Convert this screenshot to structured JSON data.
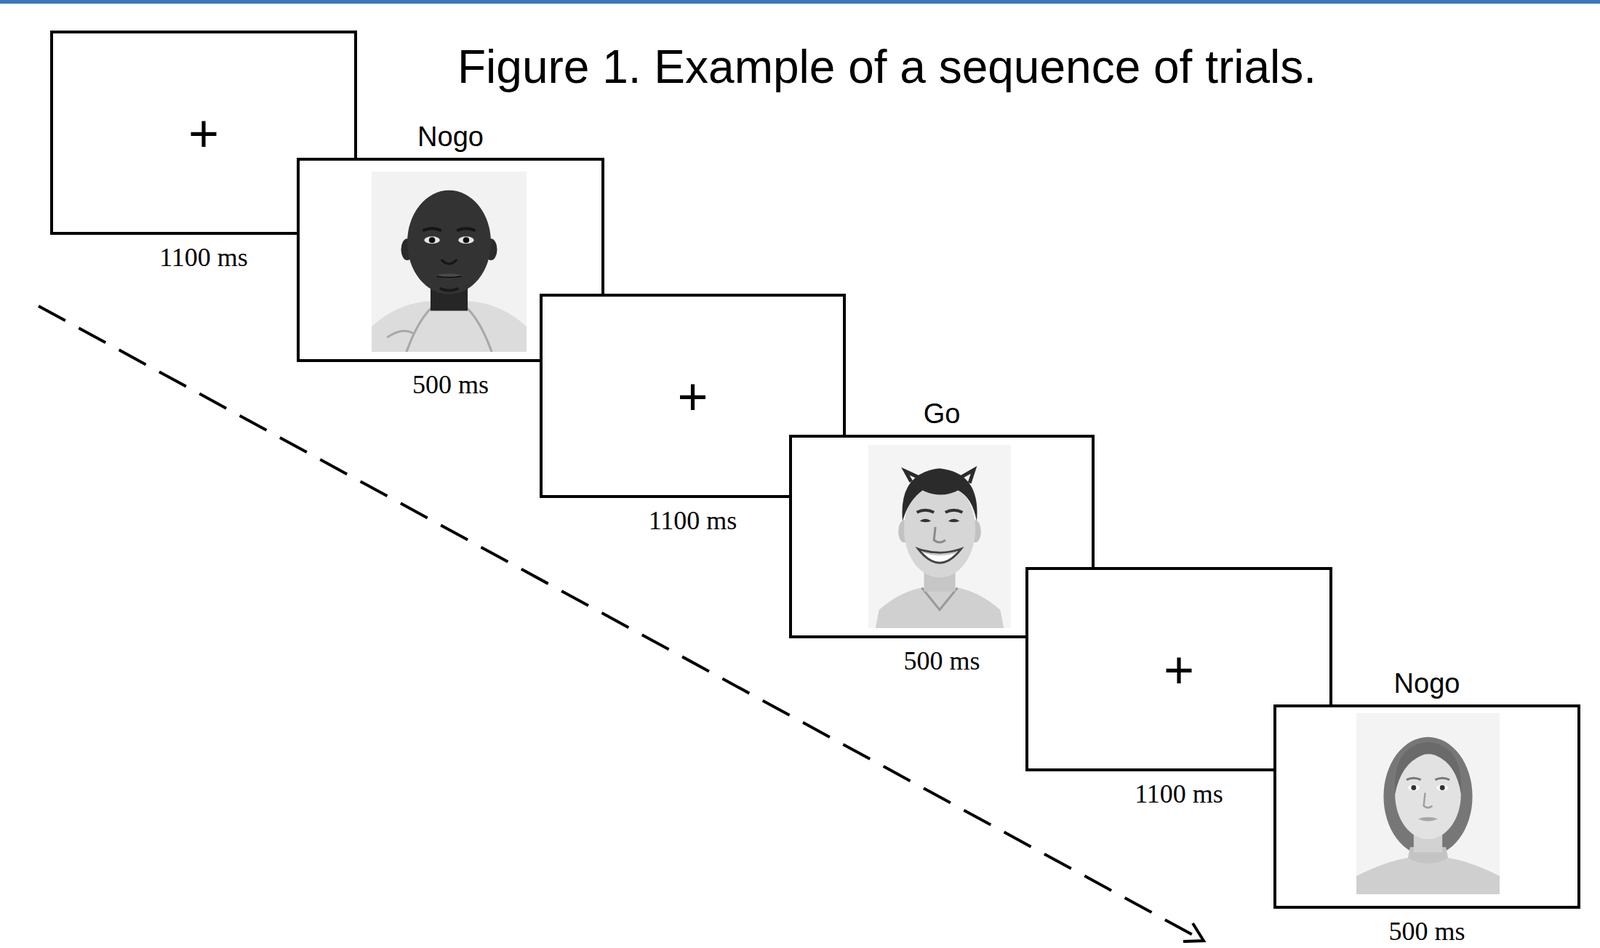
{
  "diagram": {
    "title": "Figure 1. Example of a sequence of trials.",
    "nodes": [
      {
        "text": [
          "+",
          "1100 ms"
        ]
      },
      {
        "text": [
          "Nogo",
          "500 ms"
        ]
      },
      {
        "text": [
          "+",
          "1100 ms"
        ]
      },
      {
        "text": [
          "Go",
          "500 ms"
        ]
      },
      {
        "text": [
          "+",
          "1100 ms"
        ]
      },
      {
        "text": [
          "Nogo",
          "500 ms"
        ]
      }
    ]
  }
}
